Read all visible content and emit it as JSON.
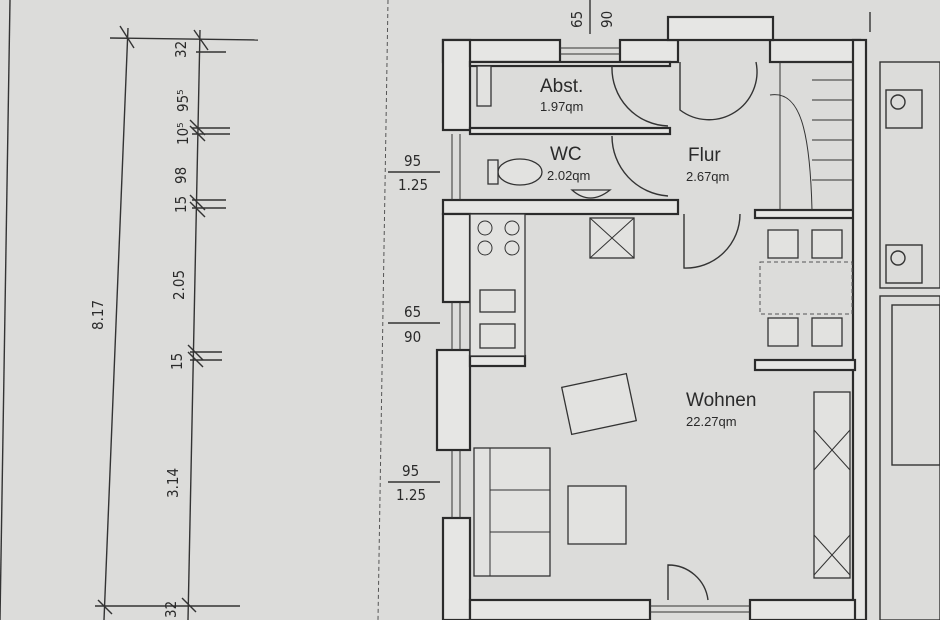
{
  "dimensions": {
    "total_height": "8.17",
    "segments": [
      "32",
      "95⁵",
      "10⁵",
      "98",
      "15",
      "2.05",
      "15",
      "3.14",
      "32"
    ],
    "window_top": {
      "top": "65",
      "bottom": "90"
    },
    "window_wc": {
      "top": "95",
      "bottom": "1.25"
    },
    "window_kitchen": {
      "top": "65",
      "bottom": "90"
    },
    "window_living": {
      "top": "95",
      "bottom": "1.25"
    }
  },
  "rooms": [
    {
      "name": "Abst.",
      "area": "1.97qm"
    },
    {
      "name": "WC",
      "area": "2.02qm"
    },
    {
      "name": "Flur",
      "area": "2.67qm"
    },
    {
      "name": "Wohnen",
      "area": "22.27qm"
    }
  ]
}
